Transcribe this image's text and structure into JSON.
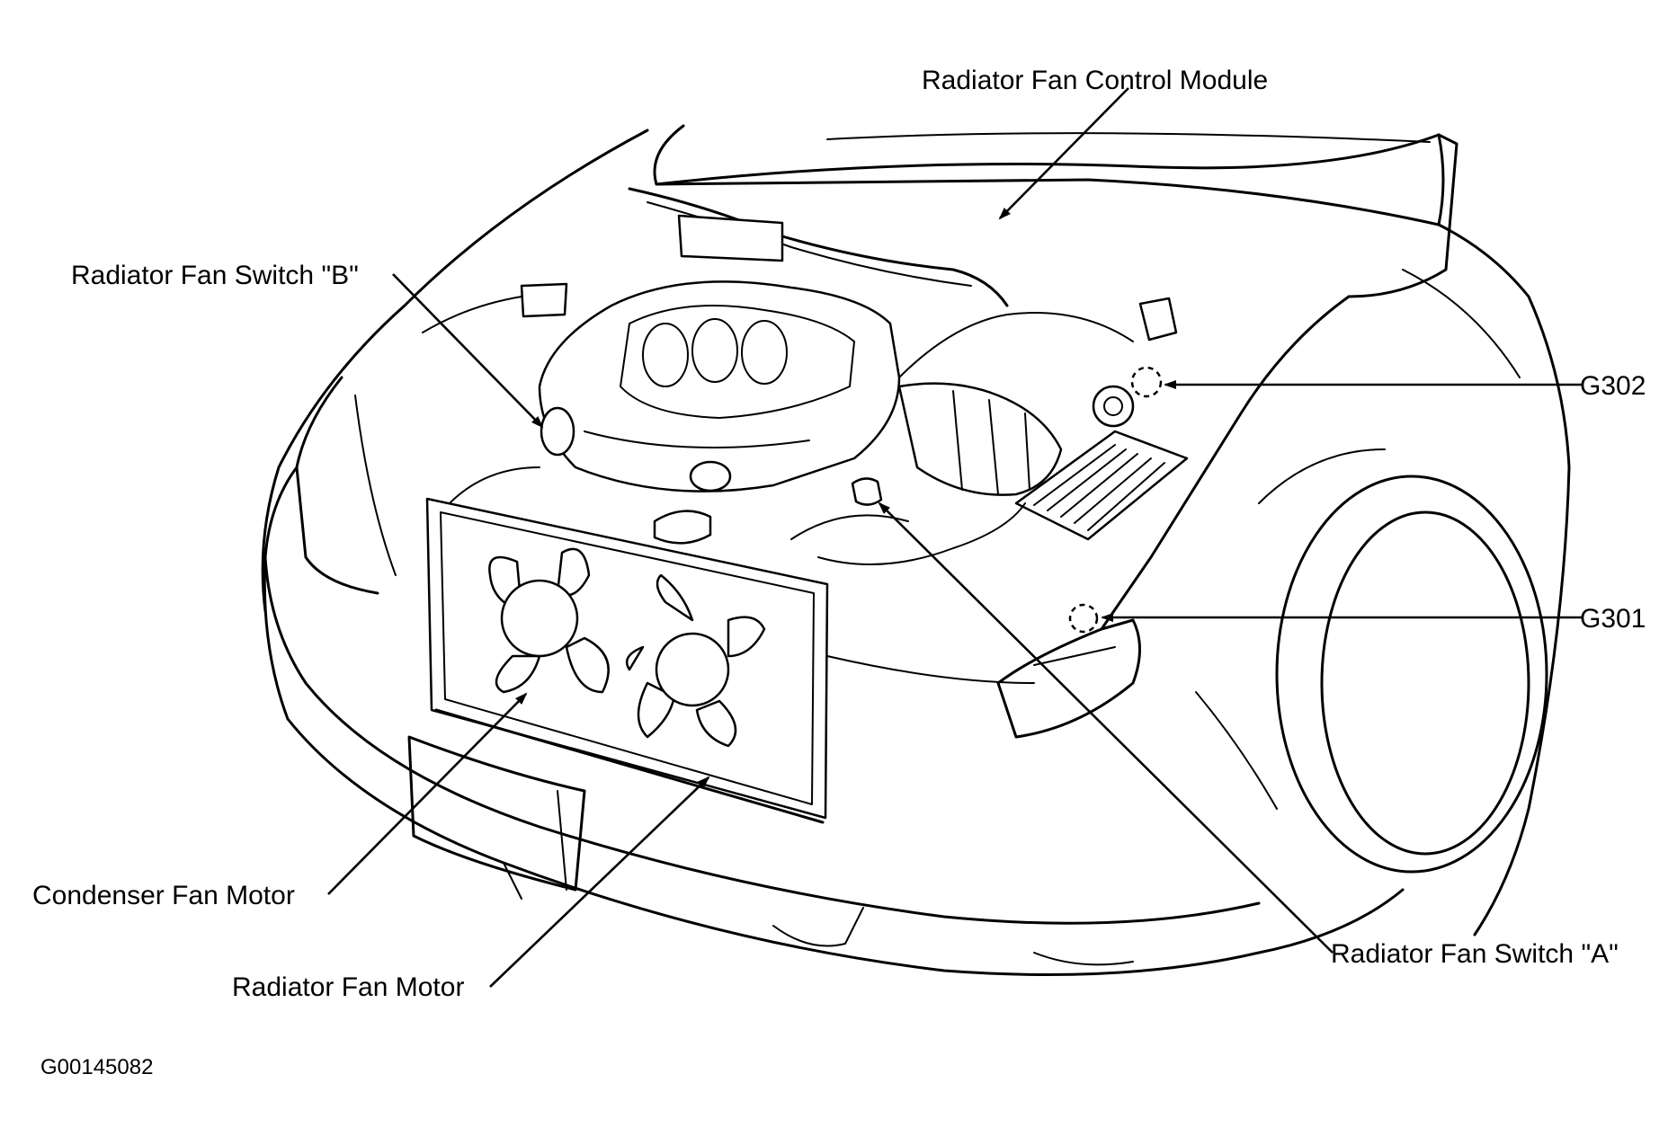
{
  "labels": {
    "control_module": "Radiator Fan Control Module",
    "switch_b": "Radiator Fan Switch \"B\"",
    "g302": "G302",
    "g301": "G301",
    "condenser_motor": "Condenser Fan Motor",
    "radiator_motor": "Radiator Fan Motor",
    "switch_a": "Radiator Fan Switch \"A\""
  },
  "figure_id": "G00145082"
}
